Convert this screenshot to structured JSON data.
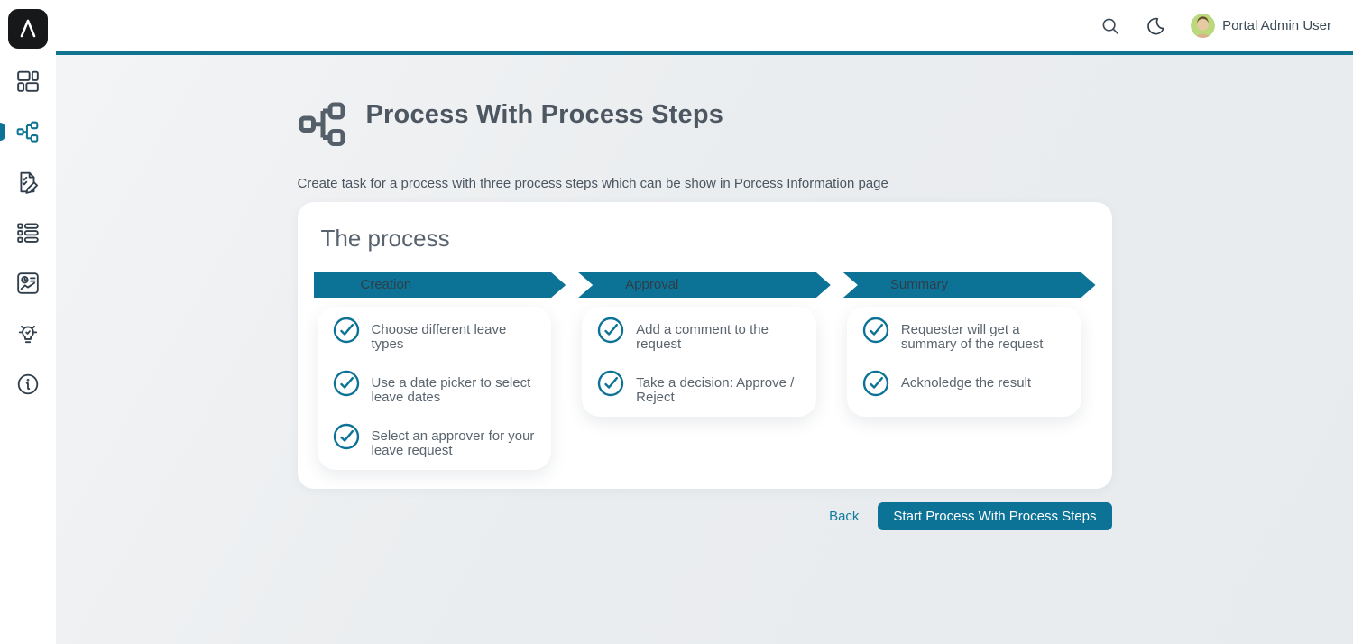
{
  "colors": {
    "accent": "#0d7396",
    "header_line": "#0e7491",
    "link": "#0f7b9e",
    "logo_bg": "#17181a",
    "avatar_bg": "#b9d97c",
    "content_bg": "#eaedef"
  },
  "sidebar": {
    "logo_icon": "axonivy-logo",
    "items": [
      {
        "name": "dashboard",
        "icon": "dashboard-icon",
        "active": false
      },
      {
        "name": "processes",
        "icon": "processes-icon",
        "active": true
      },
      {
        "name": "tasks",
        "icon": "tasks-icon",
        "active": false
      },
      {
        "name": "cases",
        "icon": "cases-icon",
        "active": false
      },
      {
        "name": "statistics",
        "icon": "statistics-icon",
        "active": false
      },
      {
        "name": "ideas",
        "icon": "lightbulb-icon",
        "active": false
      },
      {
        "name": "info",
        "icon": "info-icon",
        "active": false
      }
    ]
  },
  "header": {
    "icons": [
      "search-icon",
      "dark-mode-icon"
    ],
    "user_name": "Portal Admin User"
  },
  "page": {
    "title_icon": "process-steps-icon",
    "title": "Process With Process Steps",
    "description": "Create task for a process with three process steps which can be show in Porcess Information page"
  },
  "process_card": {
    "title": "The process",
    "steps": [
      {
        "label": "Creation",
        "items": [
          "Choose different leave types",
          "Use a date picker to select leave dates",
          "Select an approver for your leave request"
        ]
      },
      {
        "label": "Approval",
        "items": [
          "Add a comment to the request",
          "Take a decision: Approve / Reject"
        ]
      },
      {
        "label": "Summary",
        "items": [
          "Requester will get a summary of the request",
          "Acknoledge the result"
        ]
      }
    ]
  },
  "actions": {
    "back_label": "Back",
    "start_label": "Start Process With Process Steps"
  }
}
